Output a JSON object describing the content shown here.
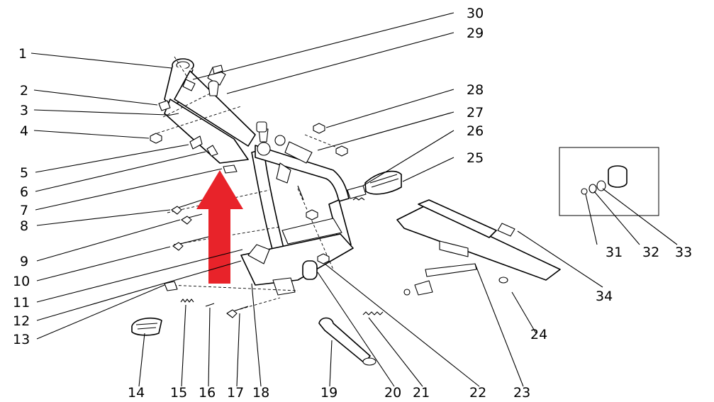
{
  "colors": {
    "line": "#000000",
    "arrow": "#e8232a",
    "background": "#ffffff"
  },
  "callouts": [
    {
      "id": "1",
      "label": "1"
    },
    {
      "id": "2",
      "label": "2"
    },
    {
      "id": "3",
      "label": "3"
    },
    {
      "id": "4",
      "label": "4"
    },
    {
      "id": "5",
      "label": "5"
    },
    {
      "id": "6",
      "label": "6"
    },
    {
      "id": "7",
      "label": "7"
    },
    {
      "id": "8",
      "label": "8"
    },
    {
      "id": "9",
      "label": "9"
    },
    {
      "id": "10",
      "label": "10"
    },
    {
      "id": "11",
      "label": "11"
    },
    {
      "id": "12",
      "label": "12"
    },
    {
      "id": "13",
      "label": "13"
    },
    {
      "id": "14",
      "label": "14"
    },
    {
      "id": "15",
      "label": "15"
    },
    {
      "id": "16",
      "label": "16"
    },
    {
      "id": "17",
      "label": "17"
    },
    {
      "id": "18",
      "label": "18"
    },
    {
      "id": "19",
      "label": "19"
    },
    {
      "id": "20",
      "label": "20"
    },
    {
      "id": "21",
      "label": "21"
    },
    {
      "id": "22",
      "label": "22"
    },
    {
      "id": "23",
      "label": "23"
    },
    {
      "id": "24",
      "label": "24"
    },
    {
      "id": "25",
      "label": "25"
    },
    {
      "id": "26",
      "label": "26"
    },
    {
      "id": "27",
      "label": "27"
    },
    {
      "id": "28",
      "label": "28"
    },
    {
      "id": "29",
      "label": "29"
    },
    {
      "id": "30",
      "label": "30"
    },
    {
      "id": "31",
      "label": "31"
    },
    {
      "id": "32",
      "label": "32"
    },
    {
      "id": "33",
      "label": "33"
    },
    {
      "id": "34",
      "label": "34"
    }
  ]
}
